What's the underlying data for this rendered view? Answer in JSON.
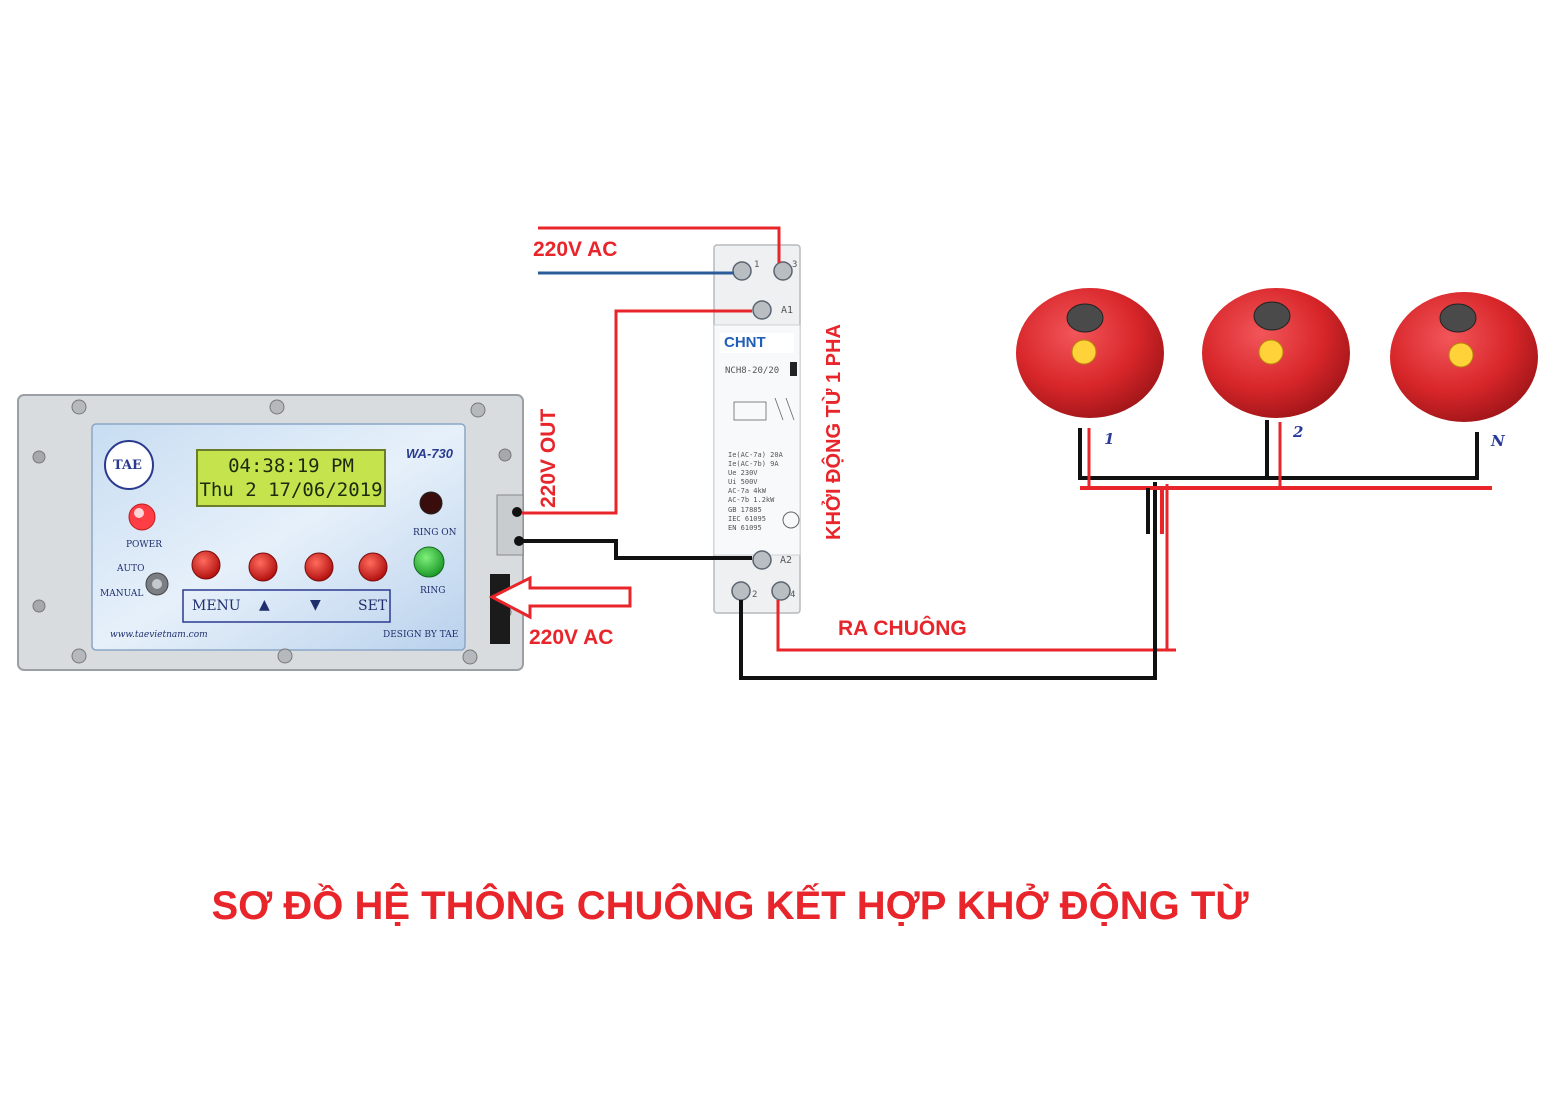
{
  "title": "SƠ ĐỒ HỆ THÔNG CHUÔNG KẾT HỢP KHỞ ĐỘNG TỪ",
  "labels": {
    "input_ac_top": "220V AC",
    "output": "220V OUT",
    "input_ac_bottom": "220V AC",
    "contactor": "KHỞI ĐỘNG TỪ 1 PHA",
    "to_bells": "RA CHUÔNG"
  },
  "controller": {
    "model": "WA-730",
    "brand": "TAE",
    "lcd_line1": "04:38:19 PM",
    "lcd_line2": "Thu 2 17/06/2019",
    "power_label": "POWER",
    "auto_label": "AUTO",
    "manual_label": "MANUAL",
    "ring_on_label": "RING ON",
    "ring_label": "RING",
    "buttons": [
      "MENU",
      "▲",
      "▼",
      "SET"
    ],
    "website": "www.taevietnam.com",
    "design": "DESIGN BY TAE"
  },
  "contactor": {
    "brand": "CHNT",
    "model": "NCH8-20/20",
    "terminal_top": [
      "1",
      "3"
    ],
    "terminal_a1": "A1",
    "terminal_a2": "A2",
    "terminal_bottom": [
      "2",
      "4"
    ],
    "spec_lines": [
      "Ie(AC-7a)   20A",
      "Ie(AC-7b)    9A",
      "Ue        230V",
      "Ui        500V",
      "AC-7a      4kW",
      "AC-7b   1.2kW",
      "GB 17885",
      "IEC 61095",
      "EN 61095"
    ]
  },
  "bells": [
    "1",
    "2",
    "N"
  ],
  "colors": {
    "accent_red": "#e8252a",
    "wire_red": "#e8252a",
    "wire_black": "#111111",
    "wire_blue": "#2b5c9a",
    "bell_red": "#d8262a"
  }
}
